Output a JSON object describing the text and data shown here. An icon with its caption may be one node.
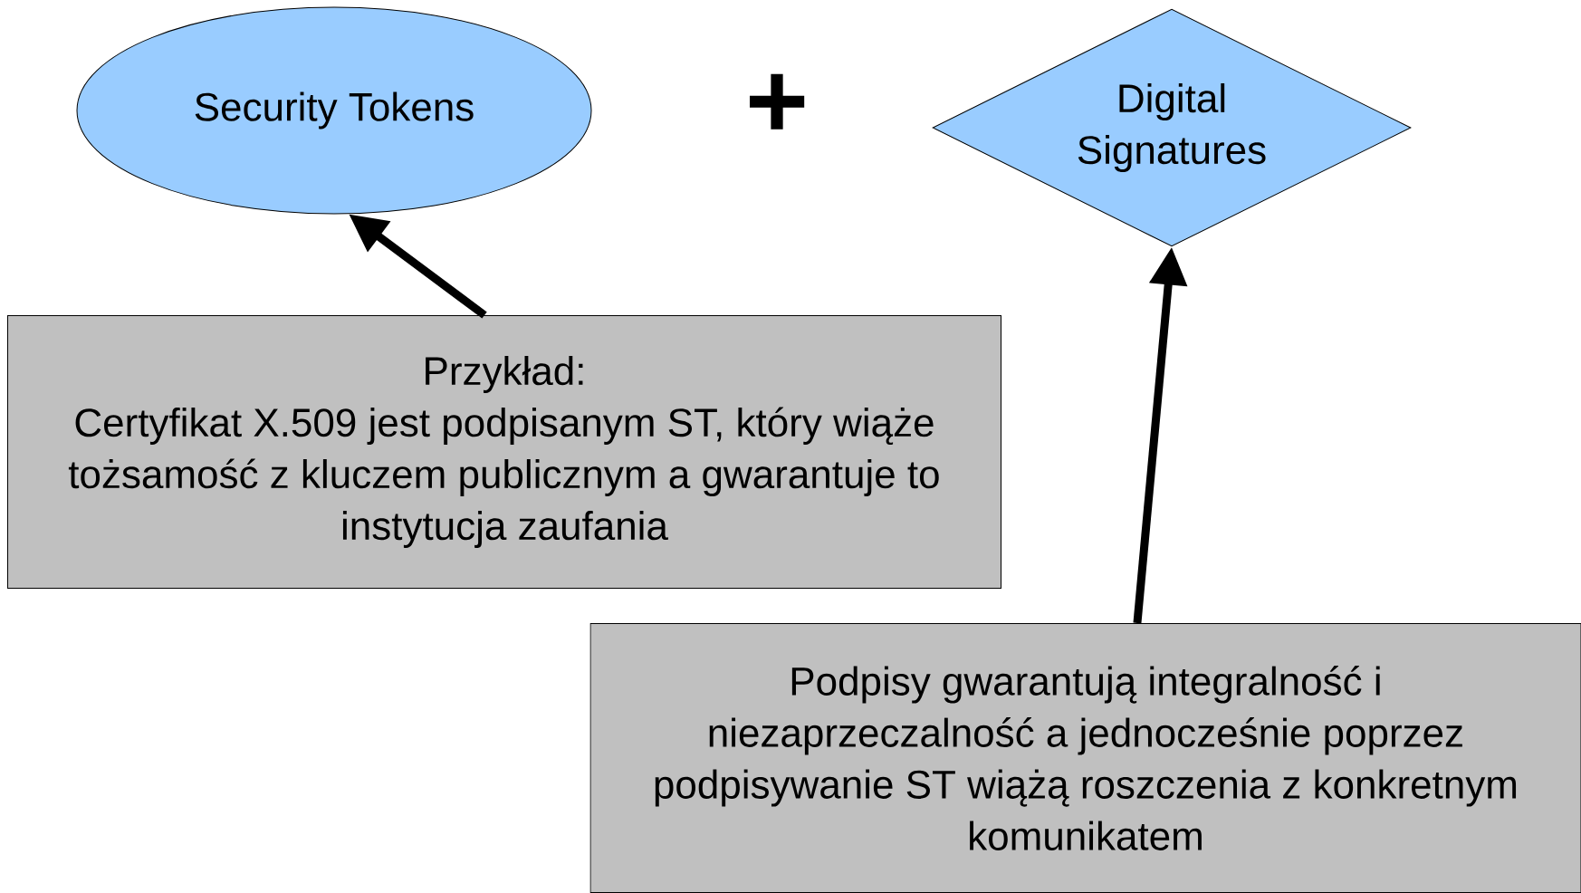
{
  "diagram": {
    "nodes": [
      {
        "text": [
          "Security Tokens"
        ]
      },
      {
        "text": [
          "Digital Signatures"
        ]
      },
      {
        "text": [
          "Przykład:",
          "Certyfikat X.509 jest podpisanym ST, który wiąże tożsamość z kluczem publicznym a gwarantuje to instytucja zaufania"
        ]
      },
      {
        "text": [
          "Podpisy gwarantują integralność i niezaprzeczalność a jednocześnie poprzez podpisywanie ST wiążą roszczenia z konkretnym komunikatem"
        ]
      }
    ],
    "edges": [
      {
        "from": 2,
        "to": 0,
        "arrow": "to"
      },
      {
        "from": 3,
        "to": 1,
        "arrow": "to"
      }
    ],
    "labels": [
      "+"
    ]
  }
}
